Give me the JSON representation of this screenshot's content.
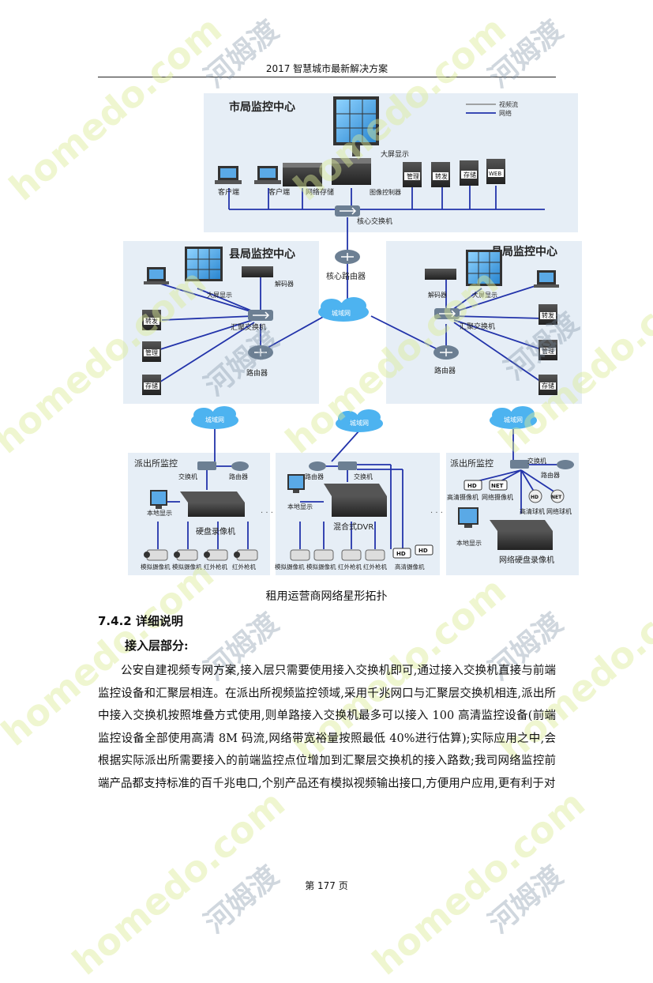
{
  "header": "2017 智慧城市最新解决方案",
  "diagram": {
    "city": {
      "title": "市局监控中心",
      "big_screen": "大屏显示",
      "client1": "客户端",
      "client2": "客户端",
      "storage": "网络存储",
      "image_ctrl": "图像控制器",
      "servers": [
        "管理",
        "转发",
        "存储",
        "WEB"
      ],
      "core_switch": "核心交换机",
      "legend_video": "视频流",
      "legend_net": "网络"
    },
    "core_router": "核心路由器",
    "wan": "城域网",
    "county_left": {
      "title": "县局监控中心",
      "big_screen": "大屏显示",
      "decoder": "解码器",
      "agg_switch": "汇聚交换机",
      "router": "路由器",
      "servers": [
        "转发",
        "管理",
        "存储"
      ]
    },
    "county_right": {
      "title": "县局监控中心",
      "big_screen": "大屏显示",
      "decoder": "解码器",
      "agg_switch": "汇聚交换机",
      "router": "路由器",
      "servers": [
        "转发",
        "管理",
        "存储"
      ]
    },
    "station_left": {
      "title": "派出所监控",
      "switch": "交换机",
      "router": "路由器",
      "local": "本地显示",
      "recorder": "硬盘录像机",
      "cams": [
        "模拟摄像机",
        "模拟摄像机",
        "红外枪机",
        "红外枪机"
      ]
    },
    "station_mid": {
      "router": "路由器",
      "switch": "交换机",
      "local": "本地显示",
      "recorder": "混合式DVR",
      "cams": [
        "模拟摄像机",
        "模拟摄像机",
        "红外枪机",
        "红外枪机",
        "高清摄像机"
      ]
    },
    "station_right": {
      "title": "派出所监控",
      "switch": "交换机",
      "router": "路由器",
      "hd_cam": "高清摄像机",
      "net_cam": "网络摄像机",
      "hd_dome": "高清球机",
      "net_dome": "网络球机",
      "local": "本地显示",
      "recorder": "网络硬盘录像机"
    },
    "dots": "· · ·"
  },
  "caption": "租用运营商网络星形拓扑",
  "section_title": "7.4.2 详细说明",
  "subsection_title": "接入层部分:",
  "paragraph": "公安自建视频专网方案,接入层只需要使用接入交换机即可,通过接入交换机直接与前端监控设备和汇聚层相连。在派出所视频监控领域,采用千兆网口与汇聚层交换机相连,派出所中接入交换机按照堆叠方式使用,则单路接入交换机最多可以接入 100 高清监控设备(前端监控设备全部使用高清 8M 码流,网络带宽裕量按照最低 40%进行估算);实际应用之中,会根据实际派出所需要接入的前端监控点位增加到汇聚层交换机的接入路数;我司网络监控前端产品都支持标准的百千兆电口,个别产品还有模拟视频输出接口,方便用户应用,更有利于对",
  "footer": "第 177 页",
  "watermarks": [
    "homedo.com",
    "河姆渡"
  ]
}
